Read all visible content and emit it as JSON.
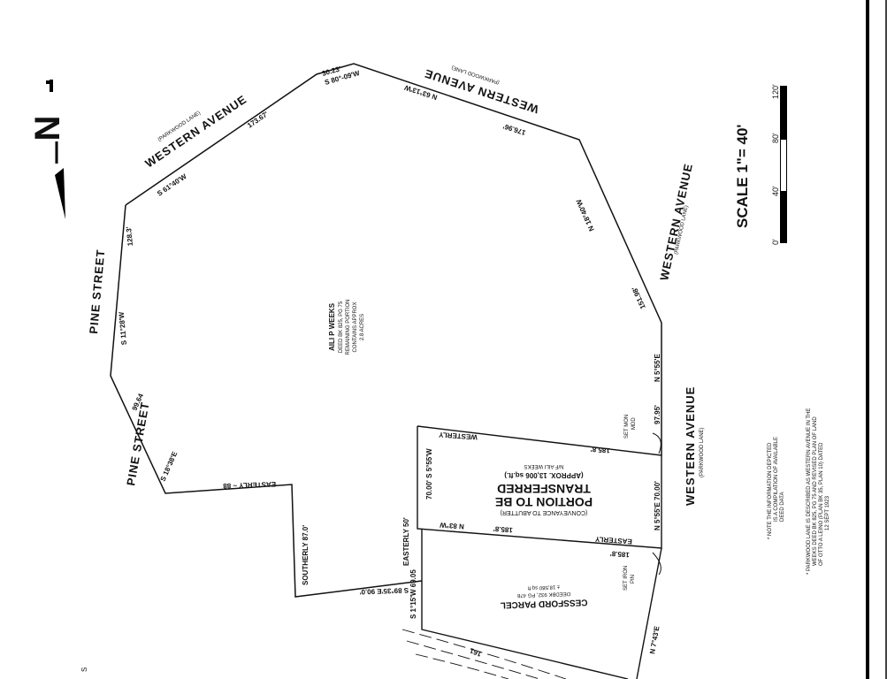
{
  "streets": {
    "western_ave_nw": "WESTERN AVENUE",
    "parkwood_nw": "(PARKWOOD LANE)",
    "western_ave_ne": "WESTERN AVENUE",
    "parkwood_ne": "(PARKWOOD LANE)",
    "western_ave_e": "WESTERN AVENUE",
    "parkwood_e": "(PARKWOOD LANE)",
    "western_ave_se": "WESTERN AVENUE",
    "parkwood_se": "(PARKWOOD LANE)",
    "pine_upper": "PINE STREET",
    "pine_lower": "PINE STREET"
  },
  "bearings": {
    "b1": "S 80°-09'W",
    "b1d": "30.23'",
    "b2": "N 63°13'W",
    "b2d": "176.96'",
    "b3": "173.67'",
    "b4": "S 61°40'W",
    "b5": "N 18°40'W",
    "b5d": "151.98'",
    "b6": "128.3'",
    "b7": "S 11°28'W",
    "b8": "99.64",
    "b9": "S 18°38'E",
    "b10": "EASTERLY ~ 88",
    "b11": "SOUTHERLY 87.0'",
    "b12": "S 89°35'E 90.0'",
    "b13": "EASTERLY 50'",
    "b14": "S 1°15'W 69.05",
    "b15": "N 5°55'E",
    "b16": "97.95'",
    "b17": "WESTERLY",
    "b18": "185.8'",
    "b19": "70.00' S 5°55'W",
    "b20": "N 83°W",
    "b21": "185.8'",
    "b22": "EASTERLY",
    "b23": "185.8'",
    "b24": "N 5°55'E 70.00'",
    "b25": "N 7°43'E",
    "b26": "161"
  },
  "parcels": {
    "weeks_owner": "AILI P WEEKS",
    "weeks_deed": "DEED BK 825, PG 75",
    "weeks_rem1": "REMAINING PORTION",
    "weeks_rem2": "CONTAINS APPROX",
    "weeks_rem3": "2.8 ACRES",
    "portion1": "PORTION TO BE",
    "portion2": "TRANSFERRED",
    "portion3": "(APPROX. 13,006 sq.ft.)",
    "portion4": "N/F AILI WEEKS",
    "portion5": "(CONVEYANCE TO ABUTTER)",
    "cess1": "CESSFORD PARCEL",
    "cess2": "DEEDBK 932, PG 478",
    "cess3": "± 18,580 sq ft"
  },
  "monuments": {
    "set_mon": "SET MON",
    "set_mon_n": "MDD",
    "set_iron": "SET IRON",
    "set_iron_n": "PIN"
  },
  "scale": {
    "title": "SCALE 1\"= 40'",
    "t0": "0'",
    "t40": "40'",
    "t80": "80'",
    "t120": "120'"
  },
  "north": {
    "letter": "N"
  },
  "notes": {
    "n1a": "* NOTE    THE INFORMATION DEPICTED",
    "n1b": "IS A COMPILATION OF AVAILABLE",
    "n1c": "DEED DATA",
    "n2a": "*  PARKWOOD LANE IS DESCRIBED AS WESTERN AVENUE IN THE",
    "n2b": "WEEKS DEED BK 825, PG 75 AND REVISED PLAN OF LAND",
    "n2c": "OF OTTO A LEINO (PLAN BK 35, PLAN 10) DATED",
    "n2d": "12 SEPT 1923"
  },
  "corner_mark": "S"
}
